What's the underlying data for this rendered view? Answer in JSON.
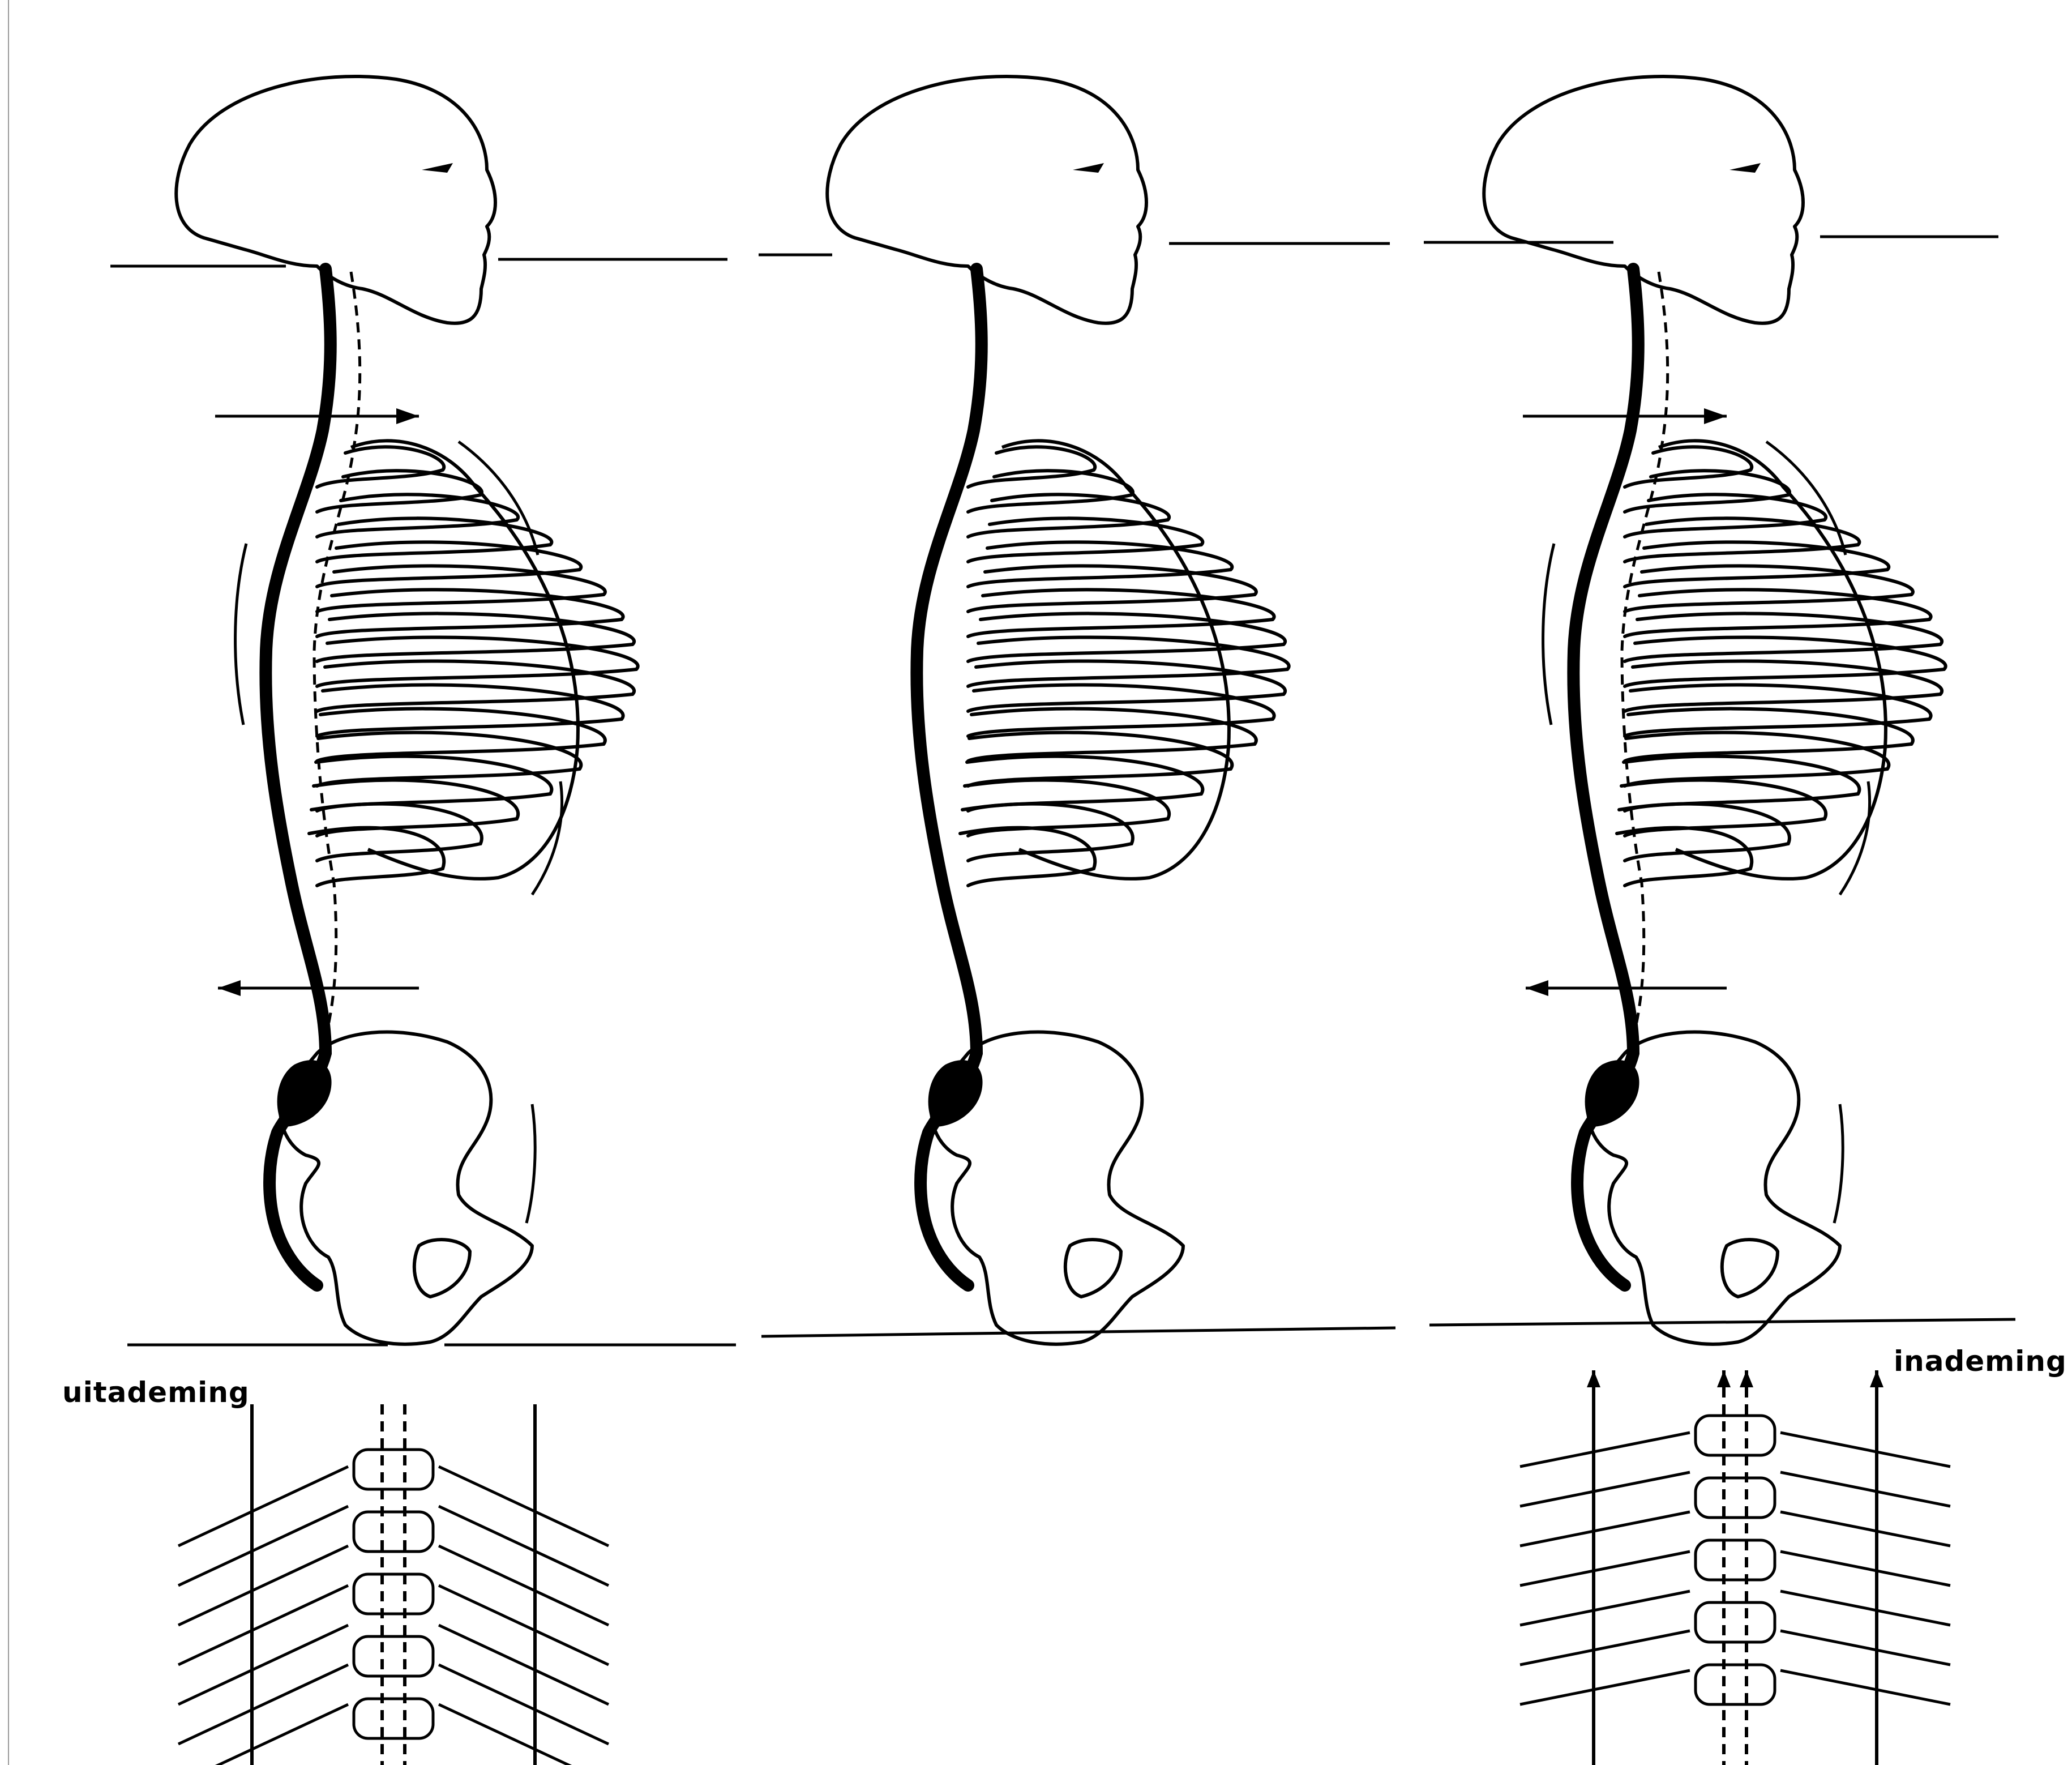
{
  "labels": {
    "exhale": "uitademing",
    "inhale": "inademing"
  },
  "figures": [
    {
      "id": "exhale",
      "offset": 0,
      "has_motion_arrows": true,
      "arrow_direction": "down"
    },
    {
      "id": "neutral",
      "offset": 1150,
      "has_motion_arrows": false,
      "arrow_direction": "none"
    },
    {
      "id": "inhale",
      "offset": 2310,
      "has_motion_arrows": true,
      "arrow_direction": "up"
    }
  ],
  "colors": {
    "ink": "#000000",
    "background": "#ffffff"
  }
}
